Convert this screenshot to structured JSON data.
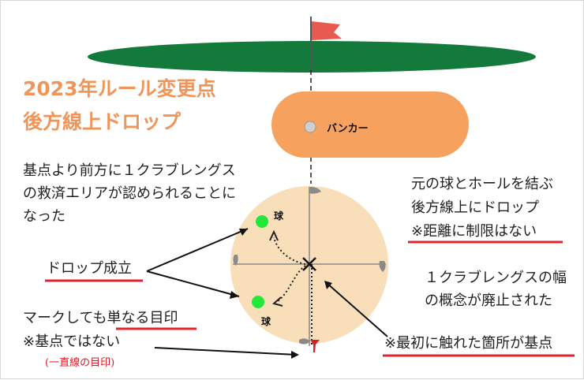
{
  "title": {
    "line1": "2023年ルール変更点",
    "line2": "後方線上ドロップ"
  },
  "bunker_label": "バンカー",
  "ball_label": "球",
  "left_text": {
    "line1": "基点より前方に１クラブレングス",
    "line2": "の救済エリアが認められることに",
    "line3": "なった"
  },
  "drop_ok": "ドロップ成立",
  "mark_text": {
    "line1": "マークしても単なる目印",
    "line2": "※基点ではない"
  },
  "mark_note": "(一直線の目印)",
  "right_text": {
    "line1": "元の球とホールを結ぶ",
    "line2": "後方線上にドロップ",
    "line3": "※距離に制限はない"
  },
  "right_text2": {
    "line1": "１クラブレングスの幅",
    "line2": "の概念が廃止された"
  },
  "base_point": "※最初に触れた箇所が基点",
  "colors": {
    "title": "#f0955a",
    "green": "#137a3b",
    "flag": "#e85a4f",
    "bunker": "#f6a25e",
    "relief_area": "#f9dfb9",
    "ball": "#22e83a",
    "underline": "#e0242c"
  }
}
